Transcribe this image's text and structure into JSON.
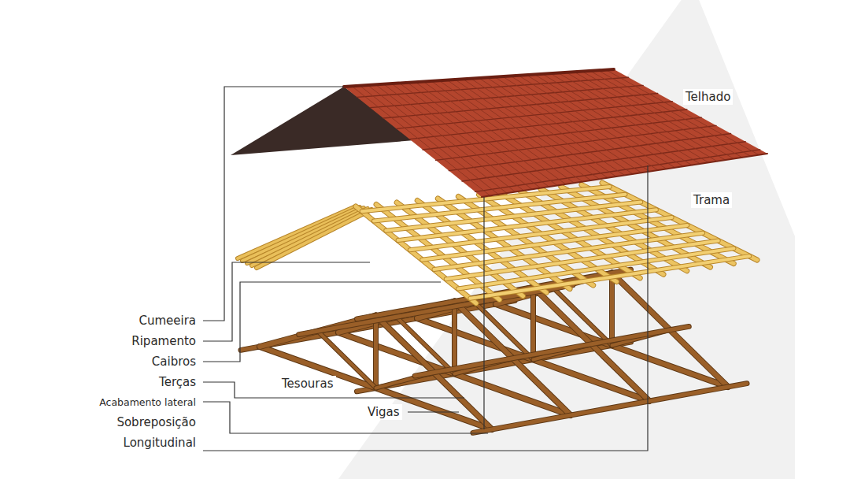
{
  "diagram": {
    "labels": [
      "Telhado",
      "Trama",
      "Cumeeira",
      "Ripamento",
      "Caibros",
      "Terças",
      "Acabamento lateral",
      "Sobreposição Longitudinal",
      "Tesouras",
      "Vigas"
    ]
  }
}
